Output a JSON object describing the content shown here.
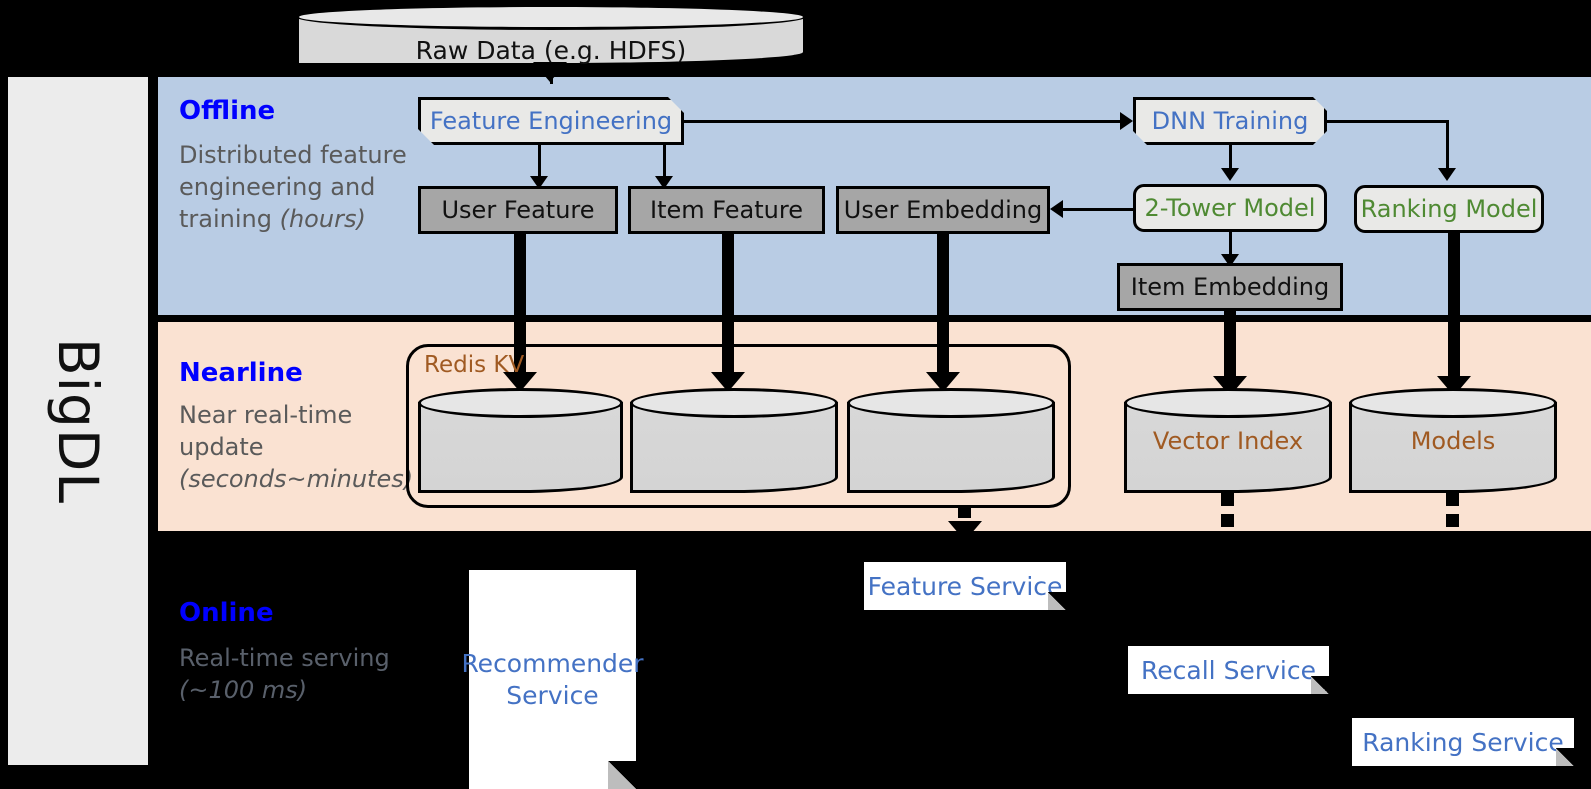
{
  "rail": {
    "label": "BigDL"
  },
  "bands": {
    "offline": {
      "title": "Offline",
      "subtitle_main": "Distributed feature engineering and training ",
      "subtitle_em": "(hours)"
    },
    "nearline": {
      "title": "Nearline",
      "subtitle_main": "Near real-time update ",
      "subtitle_em": "(seconds~minutes)"
    },
    "online": {
      "title": "Online",
      "subtitle_main": "Real-time serving ",
      "subtitle_em": "(~100 ms)"
    }
  },
  "nodes": {
    "raw_data": "Raw Data (e.g. HDFS)",
    "feature_engineering": "Feature Engineering",
    "dnn_training": "DNN Training",
    "user_feature": "User Feature",
    "item_feature": "Item Feature",
    "user_embedding": "User Embedding",
    "two_tower_model": "2-Tower Model",
    "ranking_model": "Ranking Model",
    "item_embedding": "Item Embedding",
    "redis_kv": "Redis KV",
    "vector_index": "Vector Index",
    "models": "Models"
  },
  "services": {
    "recommender": "Recommender Service",
    "feature": "Feature Service",
    "recall": "Recall Service",
    "ranking": "Ranking Service"
  },
  "colors": {
    "offline_band": "#b9cce4",
    "nearline_band": "#fae2d2",
    "online_band": "#000000",
    "heading": "#0000ff",
    "subtitle": "#5a5a5a",
    "process_text": "#4472c4",
    "model_text": "#4f8a33",
    "store_text": "#a05a22",
    "data_box": "#a6a6a6",
    "rail_bg": "#ececec"
  }
}
